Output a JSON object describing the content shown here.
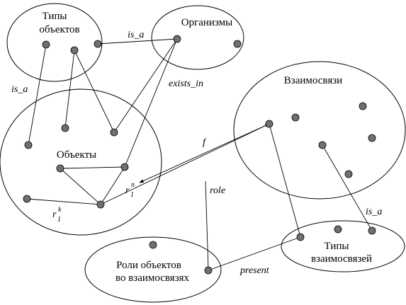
{
  "labels": {
    "object_types_line1": "Типы",
    "object_types_line2": "объектов",
    "organisms": "Организмы",
    "relations": "Взаимосвязи",
    "objects": "Объекты",
    "relation_types_line1": "Типы",
    "relation_types_line2": "взаимосвязей",
    "roles_line1": "Роли объектов",
    "roles_line2": "во взаимосвязях"
  },
  "edge_labels": {
    "is_a_top": "is_a",
    "is_a_left": "is_a",
    "exists_in": "exists_in",
    "f": "f",
    "role": "role",
    "is_a_right": "is_a",
    "present": "present",
    "r1n_base": "r",
    "r1n_sub": "1",
    "r1n_sup": "n",
    "r1k_base": "r",
    "r1k_sub": "1",
    "r1k_sup": "k"
  }
}
